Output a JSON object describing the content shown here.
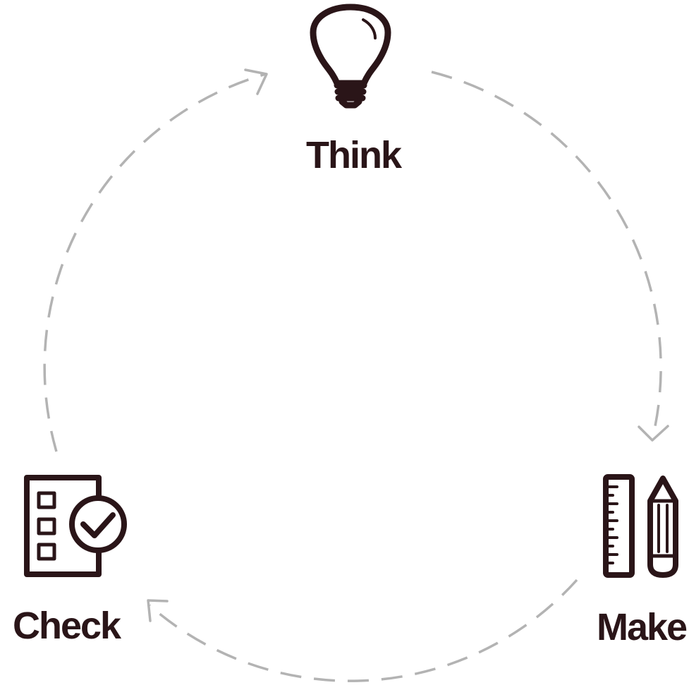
{
  "diagram": {
    "type": "cycle",
    "steps": [
      {
        "id": "think",
        "label": "Think",
        "icon": "lightbulb-icon"
      },
      {
        "id": "make",
        "label": "Make",
        "icon": "ruler-pencil-icon"
      },
      {
        "id": "check",
        "label": "Check",
        "icon": "checklist-icon"
      }
    ],
    "flow": [
      "Think",
      "Make",
      "Check",
      "Think"
    ],
    "colors": {
      "ink": "#2a1518",
      "arrow": "#b3b3b3",
      "background": "#ffffff"
    }
  }
}
